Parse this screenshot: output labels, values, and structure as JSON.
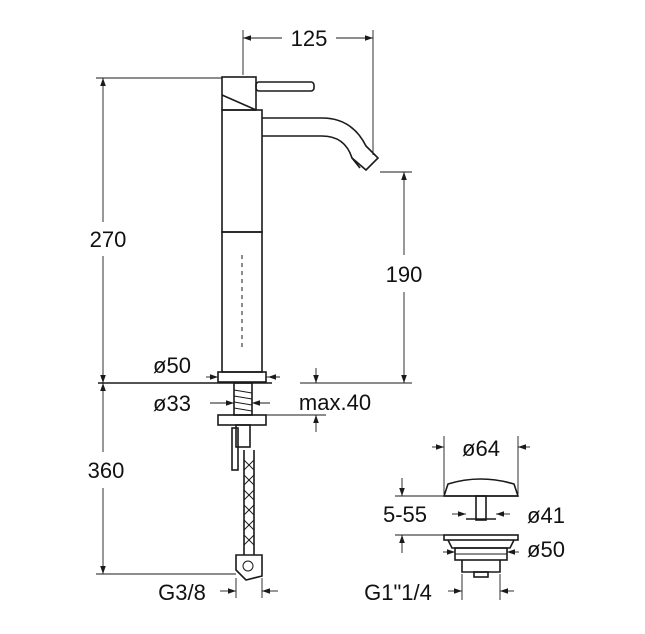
{
  "dimensions": {
    "width_top": "125",
    "height_total": "270",
    "height_spout": "190",
    "height_below": "360",
    "dia_base": "ø50",
    "dia_shank": "ø33",
    "max_thickness": "max.40",
    "thread_hose": "G3/8",
    "waste_dia_top": "ø64",
    "waste_range": "5-55",
    "waste_dia_mid": "ø41",
    "waste_dia_base": "ø50",
    "waste_thread": "G1\"1/4"
  }
}
